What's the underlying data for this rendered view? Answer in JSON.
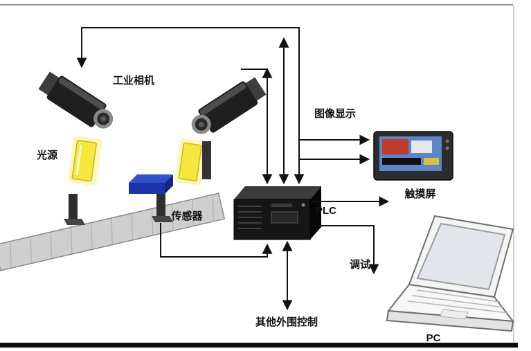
{
  "diagram": {
    "labels": {
      "industrial_camera": "工业相机",
      "light_source": "光源",
      "sensor": "传感器",
      "plc": "PLC",
      "image_display": "图像显示",
      "touch_screen": "触摸屏",
      "debug": "调试",
      "other_peripheral": "其他外围控制",
      "pc": "PC"
    },
    "colors": {
      "light_yellow": "#f7e73c",
      "object_blue": "#1b35a8",
      "belt_gray": "#cfcfcf",
      "line_black": "#111111"
    }
  }
}
